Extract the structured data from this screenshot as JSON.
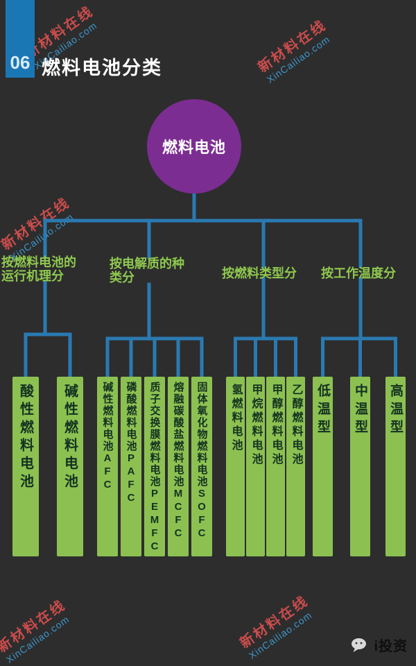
{
  "colors": {
    "background": "#2d2d2d",
    "badge_blue": "#1b76b4",
    "root_purple": "#7c2d92",
    "bar_green": "#8cc152",
    "line_blue": "#2a7ab2",
    "branch_label_green": "#8fc94f",
    "watermark_red": "#d94f4f",
    "watermark_blue": "#3f9fd8"
  },
  "header": {
    "badge": "06",
    "title": "燃料电池分类"
  },
  "tree": {
    "root": "燃料电池",
    "branches": [
      {
        "label": "按燃料电池的运行机理分",
        "children": [
          "酸性燃料电池",
          "碱性燃料电池"
        ]
      },
      {
        "label": "按电解质的种类分",
        "children": [
          "碱性燃料电池AFC",
          "磷酸燃料电池PAFC",
          "质子交换膜燃料电池PEMFC",
          "熔融碳酸盐燃料电池MCFC",
          "固体氧化物燃料电池SOFC"
        ]
      },
      {
        "label": "按燃料类型分",
        "children": [
          "氢燃料电池",
          "甲烷燃料电池",
          "甲醇燃料电池",
          "乙醇燃料电池"
        ]
      },
      {
        "label": "按工作温度分",
        "children": [
          "低温型",
          "中温型",
          "高温型"
        ]
      }
    ]
  },
  "watermark": {
    "line1": "新材料在线",
    "line2": "XinCailiao.com"
  },
  "footer": {
    "brand": "i投资",
    "icon": "wechat-icon"
  }
}
